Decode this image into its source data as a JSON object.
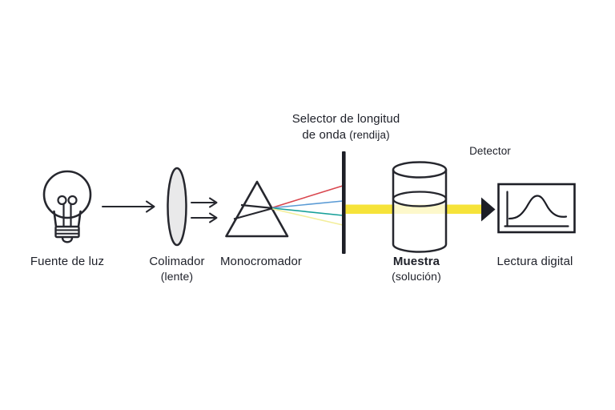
{
  "labels": {
    "light_source": "Fuente de luz",
    "collimator": "Colimador",
    "collimator_note": "(lente)",
    "monochromator": "Monocromador",
    "wavelength_selector_line1": "Selector de longitud",
    "wavelength_selector_line2": "de onda",
    "wavelength_selector_note": "(rendija)",
    "sample": "Muestra",
    "sample_note": "(solución)",
    "detector": "Detector",
    "readout": "Lectura digital"
  },
  "icons": {
    "light_source": "light-bulb-icon",
    "collimator": "lens-icon",
    "monochromator": "prism-icon",
    "wavelength_selector": "slit-bar-icon",
    "sample": "cuvette-cylinder-icon",
    "readout": "absorbance-graph-icon",
    "flow": [
      "arrow-right-icon",
      "double-arrow-right-icon",
      "beam-arrowhead-icon"
    ]
  },
  "colors": {
    "background": "#ffffff",
    "stroke": "#26272e",
    "text": "#1e2029",
    "lens_fill": "#e9e9ea",
    "slit_bar": "#1d1e26",
    "beam_yellow": "#f6e339",
    "ray_red": "#d9464e",
    "ray_blue": "#5b9bd5",
    "ray_teal": "#17a099",
    "ray_pale_yellow": "#f3ee9b"
  }
}
